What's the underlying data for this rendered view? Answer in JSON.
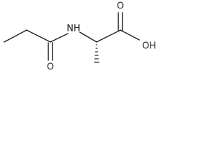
{
  "molecule": {
    "atoms": {
      "amide_nitrogen": "NH",
      "carbonyl_oxygen_amide": "O",
      "carbonyl_oxygen_acid": "O",
      "hydroxyl": "OH"
    }
  }
}
